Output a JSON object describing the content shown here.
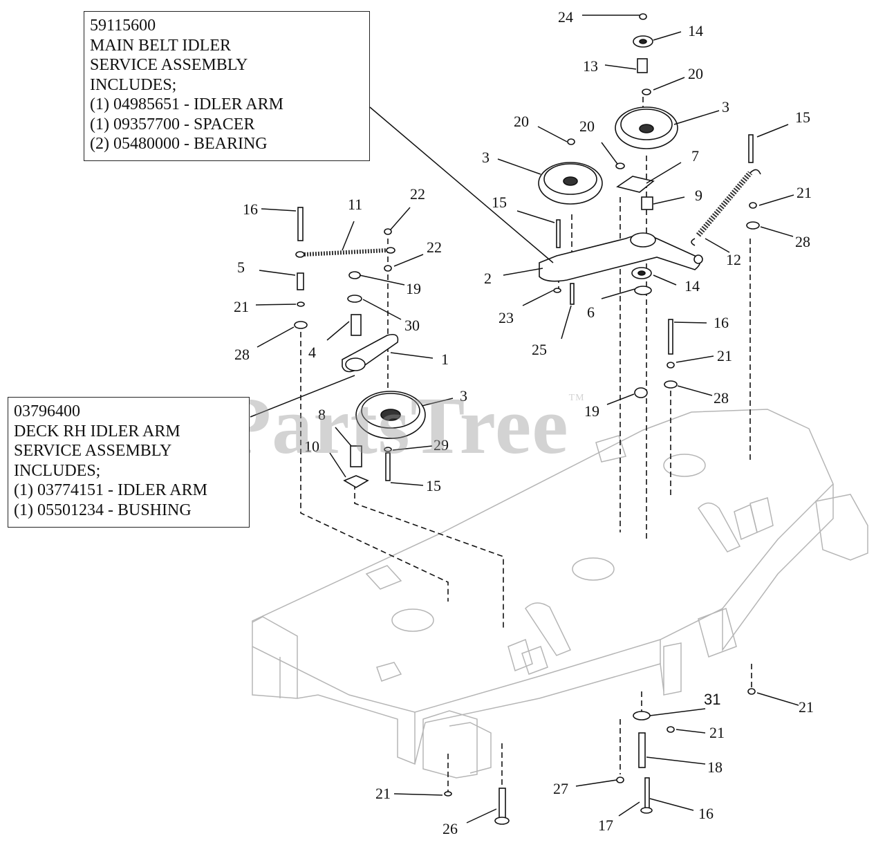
{
  "callouts": {
    "main_belt": {
      "lines": [
        "59115600",
        "MAIN BELT IDLER",
        "SERVICE ASSEMBLY",
        "INCLUDES;",
        "(1) 04985651 - IDLER ARM",
        "(1) 09357700 - SPACER",
        "(2) 05480000 - BEARING"
      ]
    },
    "rh_idler": {
      "lines": [
        "03796400",
        "DECK RH IDLER ARM",
        "SERVICE ASSEMBLY",
        "INCLUDES;",
        "(1) 03774151 - IDLER ARM",
        "(1) 05501234 - BUSHING"
      ]
    }
  },
  "watermark": {
    "text": "PartsTree",
    "tm": "TM"
  },
  "labels": [
    {
      "t": "24"
    },
    {
      "t": "14"
    },
    {
      "t": "13"
    },
    {
      "t": "20"
    },
    {
      "t": "3"
    },
    {
      "t": "20"
    },
    {
      "t": "20"
    },
    {
      "t": "3"
    },
    {
      "t": "7"
    },
    {
      "t": "15"
    },
    {
      "t": "22"
    },
    {
      "t": "16"
    },
    {
      "t": "11"
    },
    {
      "t": "15"
    },
    {
      "t": "9"
    },
    {
      "t": "21"
    },
    {
      "t": "22"
    },
    {
      "t": "5"
    },
    {
      "t": "19"
    },
    {
      "t": "2"
    },
    {
      "t": "12"
    },
    {
      "t": "28"
    },
    {
      "t": "14"
    },
    {
      "t": "21"
    },
    {
      "t": "30"
    },
    {
      "t": "23"
    },
    {
      "t": "6"
    },
    {
      "t": "28"
    },
    {
      "t": "4"
    },
    {
      "t": "1"
    },
    {
      "t": "25"
    },
    {
      "t": "16"
    },
    {
      "t": "21"
    },
    {
      "t": "3"
    },
    {
      "t": "28"
    },
    {
      "t": "19"
    },
    {
      "t": "8"
    },
    {
      "t": "10"
    },
    {
      "t": "29"
    },
    {
      "t": "15"
    },
    {
      "t": "31"
    },
    {
      "t": "21"
    },
    {
      "t": "21"
    },
    {
      "t": "18"
    },
    {
      "t": "21"
    },
    {
      "t": "27"
    },
    {
      "t": "16"
    },
    {
      "t": "26"
    },
    {
      "t": "17"
    }
  ]
}
